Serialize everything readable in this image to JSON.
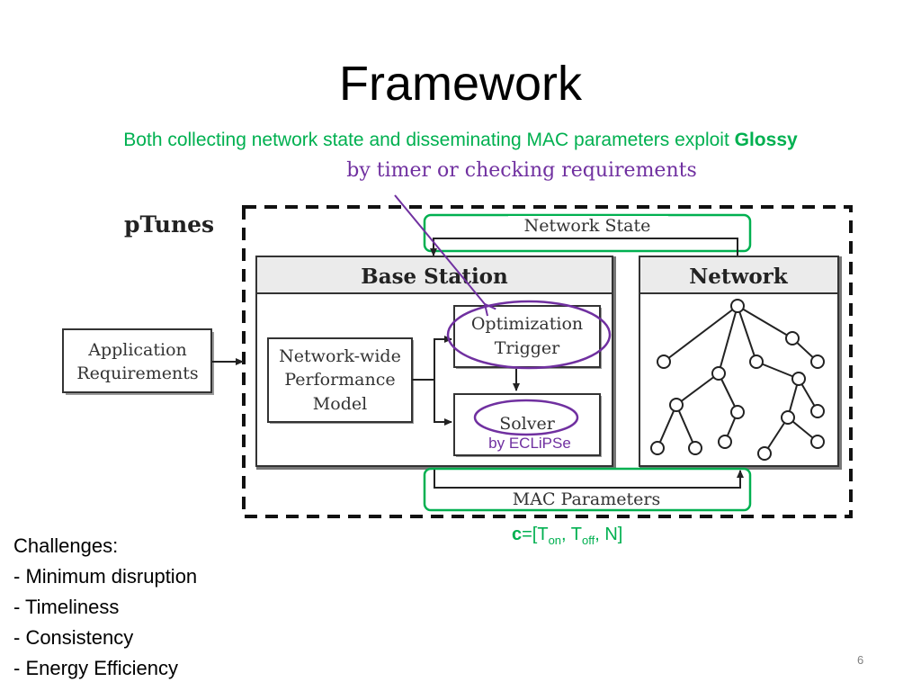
{
  "slide": {
    "title": "Framework",
    "subtitle_text": "Both collecting network state and disseminating MAC parameters exploit ",
    "subtitle_bold": "Glossy",
    "page_number": "6"
  },
  "diagram": {
    "timer_note": "by timer or checking requirements",
    "ptunes_label": "pTunes",
    "network_state_label": "Network State",
    "base_station_label": "Base Station",
    "network_label": "Network",
    "app_req_line1": "Application",
    "app_req_line2": "Requirements",
    "model_line1": "Network-wide",
    "model_line2": "Performance",
    "model_line3": "Model",
    "trigger_line1": "Optimization",
    "trigger_line2": "Trigger",
    "solver_label": "Solver",
    "eclipse_note": "by ECLiPSe",
    "mac_label": "MAC Parameters",
    "formula": {
      "c": "c",
      "eq_open": "=[T",
      "on": "on",
      "sep1": ", T",
      "off": "off",
      "rest": ", N]"
    }
  },
  "challenges": {
    "heading": "Challenges:",
    "items": [
      "- Minimum disruption",
      "- Timeliness",
      "- Consistency",
      "- Energy Efficiency"
    ]
  },
  "colors": {
    "accent_green": "#00b050",
    "annotation_purple": "#7030a0"
  }
}
